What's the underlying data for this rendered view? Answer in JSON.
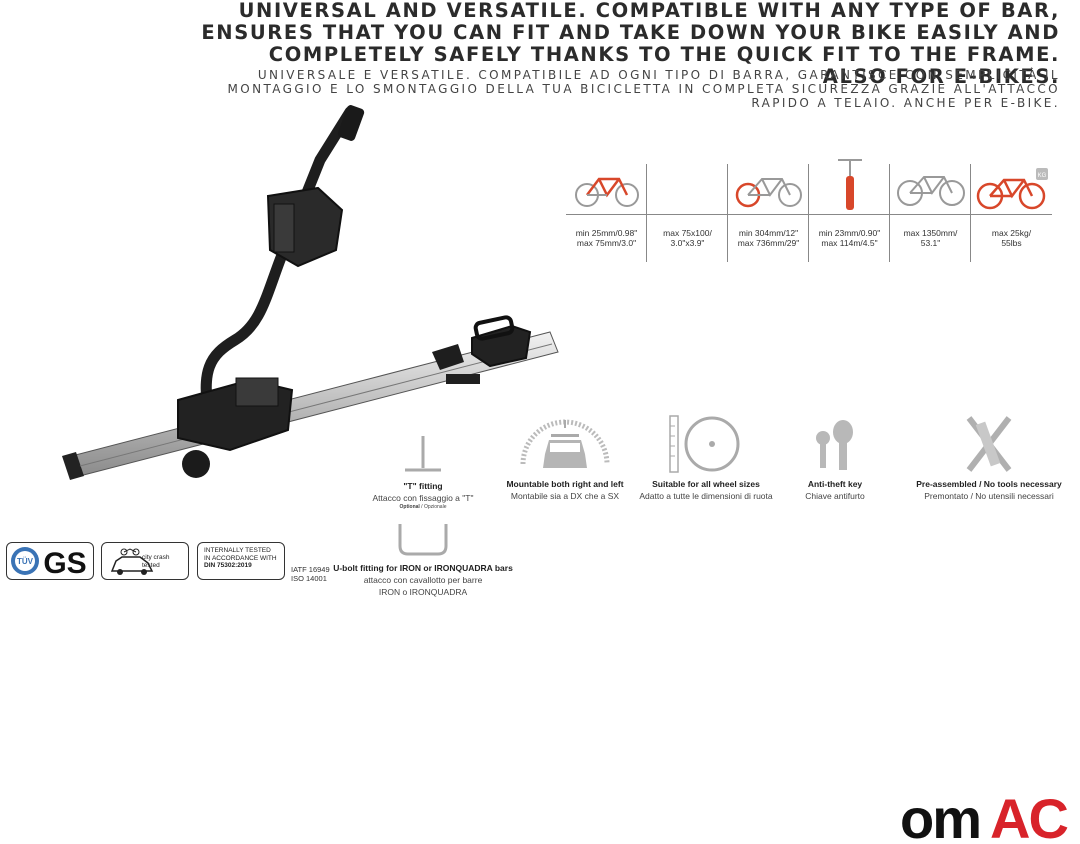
{
  "header": {
    "title_en": "UNIVERSAL AND VERSATILE. COMPATIBLE WITH ANY TYPE OF BAR, ENSURES THAT YOU CAN FIT AND TAKE DOWN YOUR BIKE EASILY AND COMPLETELY SAFELY THANKS TO THE QUICK FIT TO THE FRAME. ALSO FOR E-BIKES.",
    "title_it": "UNIVERSALE E VERSATILE. COMPATIBILE AD OGNI TIPO DI BARRA, GARANTISCE CON SEMPLICITÀ IL MONTAGGIO E LO SMONTAGGIO DELLA TUA BICICLETTA IN COMPLETA SICUREZZA GRAZIE ALL'ATTACCO RAPIDO A TELAIO. ANCHE PER E-BIKE."
  },
  "specs": [
    {
      "icon": "bike-frame-tube-icon",
      "line1": "min 25mm/0.98\"",
      "line2": "max 75mm/3.0\""
    },
    {
      "icon": "bike-frame-oval-icon",
      "line1": "max 75x100/",
      "line2": "3.0\"x3.9\""
    },
    {
      "icon": "bike-wheelbase-icon",
      "line1": "min 304mm/12\"",
      "line2": "max 736mm/29\""
    },
    {
      "icon": "tyre-width-icon",
      "line1": "min 23mm/0.90\"",
      "line2": "max 114m/4.5\""
    },
    {
      "icon": "bike-length-icon",
      "line1": "max 1350mm/",
      "line2": "53.1\""
    },
    {
      "icon": "bike-weight-icon",
      "line1": "max 25kg/",
      "line2": "55lbs",
      "badge": "KG"
    }
  ],
  "features": {
    "t_fitting": {
      "title": "\"T\" fitting",
      "sub": "Attacco con fissaggio a \"T\"",
      "note_a": "Optional",
      "note_b": " / Opzionale"
    },
    "ubolt": {
      "title": "U-bolt fitting for IRON or IRONQUADRA bars",
      "sub1": "attacco con cavallotto per barre",
      "sub2": "IRON o IRONQUADRA"
    },
    "mount": {
      "title": "Mountable both right and left",
      "sub": "Montabile sia a DX che a SX"
    },
    "wheels": {
      "title": "Suitable for all wheel sizes",
      "sub": "Adatto a tutte le dimensioni di ruota"
    },
    "key": {
      "title": "Anti-theft key",
      "sub": "Chiave antifurto"
    },
    "tools": {
      "title": "Pre-assembled / No tools necessary",
      "sub": "Premontato / No utensili necessari"
    }
  },
  "certs": {
    "tuv": "TÜV",
    "gs": "GS",
    "crash": "city crash tested",
    "internal1": "INTERNALLY TESTED",
    "internal2": "IN ACCORDANCE WITH",
    "internal3": "DIN 75302:2019",
    "iatf": "IATF 16949",
    "iso": "ISO 14001"
  },
  "logo": {
    "text": "OMAC",
    "part1": "om",
    "part2": "AC",
    "color_dark": "#111111",
    "color_red": "#d8232a"
  },
  "colors": {
    "accent": "#d8472a"
  }
}
